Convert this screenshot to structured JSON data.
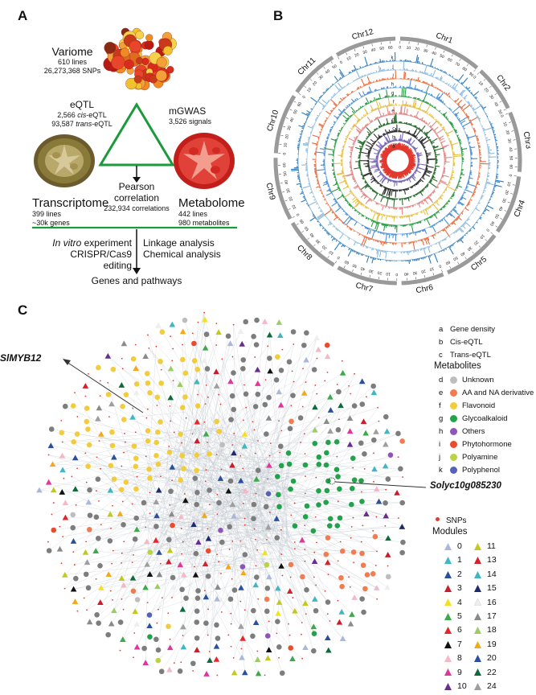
{
  "panelA": {
    "letter": "A",
    "variome": {
      "title": "Variome",
      "line1": "610 lines",
      "line2": "26,273,368 SNPs"
    },
    "eqtl": {
      "title": "eQTL",
      "cis_count": "2,566",
      "cis_word": "cis",
      "cis_suffix": "-eQTL",
      "trans_count": "93,587",
      "trans_word": "trans",
      "trans_suffix": "-eQTL"
    },
    "mgwas": {
      "title": "mGWAS",
      "line1": "3,526 signals"
    },
    "pearson": {
      "title": "Pearson correlation",
      "line1": "232,934 correlations"
    },
    "transcriptome": {
      "title": "Transcriptome",
      "line1": "399 lines",
      "line2": "~30k genes"
    },
    "metabolome": {
      "title": "Metabolome",
      "line1": "442 lines",
      "line2": "980 metabolites"
    },
    "left_methods": {
      "italic": "In vitro",
      "rest": " experiment",
      "line2": "CRISPR/Cas9 editing"
    },
    "right_methods": {
      "line1": "Linkage analysis",
      "line2": "Chemical analysis"
    },
    "result": "Genes and pathways",
    "colors": {
      "triangle": "#1a9a3a",
      "divider": "#1a9a3a"
    }
  },
  "panelB": {
    "letter": "B",
    "chromosomes": [
      "Chr1",
      "Chr2",
      "Chr3",
      "Chr4",
      "Chr5",
      "Chr6",
      "Chr7",
      "Chr8",
      "Chr9",
      "Chr10",
      "Chr11",
      "Chr12"
    ],
    "ticks": {
      "Chr1": [
        "0",
        "10",
        "20",
        "30",
        "40",
        "50",
        "60",
        "70",
        "80",
        "90"
      ],
      "Chr2": [
        "0",
        "10",
        "20",
        "30",
        "40",
        "50"
      ],
      "Chr3": [
        "0",
        "10",
        "20",
        "30",
        "40",
        "50",
        "60"
      ],
      "Chr4": [
        "0",
        "10",
        "20",
        "30",
        "40",
        "50",
        "60"
      ],
      "Chr5": [
        "0",
        "10",
        "20",
        "30",
        "40",
        "50",
        "60"
      ],
      "Chr6": [
        "0",
        "10",
        "20",
        "30",
        "40"
      ],
      "Chr7": [
        "0",
        "10",
        "20",
        "30",
        "40",
        "50",
        "60"
      ],
      "Chr8": [
        "0",
        "10",
        "20",
        "30",
        "40",
        "50",
        "60"
      ],
      "Chr9": [
        "0",
        "10",
        "20",
        "30",
        "40",
        "50",
        "60"
      ],
      "Chr10": [
        "0",
        "10",
        "20",
        "30",
        "40",
        "50",
        "60"
      ],
      "Chr11": [
        "0",
        "10",
        "20",
        "30",
        "40",
        "50"
      ],
      "Chr12": [
        "0",
        "10",
        "20",
        "30",
        "40",
        "50",
        "60"
      ]
    },
    "track_letters": [
      "k",
      "j",
      "i",
      "h",
      "g",
      "f",
      "e",
      "d",
      "c",
      "b",
      "a"
    ],
    "track_colors": [
      "#2b7bba",
      "#8bb9dd",
      "#e8693a",
      "#4b8fd6",
      "#2e9b48",
      "#e6c24a",
      "#e48a8a",
      "#2c6e2f",
      "#333333",
      "#7a6ab8",
      "#e23a30"
    ]
  },
  "panelC": {
    "letter": "C",
    "callout_left": "SlMYB12",
    "callout_right": "Solyc10g085230",
    "tracks_legend": [
      {
        "letter": "a",
        "label": "Gene density"
      },
      {
        "letter": "b",
        "label": "Cis-eQTL"
      },
      {
        "letter": "c",
        "label": "Trans-eQTL"
      }
    ],
    "metabolites_title": "Metabolites",
    "metabolites": [
      {
        "letter": "d",
        "label": "Unknown",
        "color": "#bdbdbd"
      },
      {
        "letter": "e",
        "label": "AA and NA derivative",
        "color": "#f07c52"
      },
      {
        "letter": "f",
        "label": "Flavonoid",
        "color": "#f2cc3c"
      },
      {
        "letter": "g",
        "label": "Glycoalkaloid",
        "color": "#22a24a"
      },
      {
        "letter": "h",
        "label": "Others",
        "color": "#8e54b8"
      },
      {
        "letter": "i",
        "label": "Phytohormone",
        "color": "#ec4a2c"
      },
      {
        "letter": "j",
        "label": "Polyamine",
        "color": "#b9d343"
      },
      {
        "letter": "k",
        "label": "Polyphenol",
        "color": "#5562b8"
      }
    ],
    "snps_label": "SNPs",
    "snps_color": "#e23a30",
    "modules_title": "Modules",
    "modules": [
      {
        "id": "0",
        "color": "#a9b8da"
      },
      {
        "id": "1",
        "color": "#3fb6c2"
      },
      {
        "id": "2",
        "color": "#2c4f9b"
      },
      {
        "id": "3",
        "color": "#c81e2c"
      },
      {
        "id": "4",
        "color": "#f4e01c"
      },
      {
        "id": "5",
        "color": "#3da94a"
      },
      {
        "id": "6",
        "color": "#e8242a"
      },
      {
        "id": "7",
        "color": "#111111"
      },
      {
        "id": "8",
        "color": "#f4b8c6"
      },
      {
        "id": "9",
        "color": "#e0359a"
      },
      {
        "id": "10",
        "color": "#6a2c91"
      },
      {
        "id": "11",
        "color": "#c4c81c"
      },
      {
        "id": "13",
        "color": "#d6202a"
      },
      {
        "id": "14",
        "color": "#3fb6c2"
      },
      {
        "id": "15",
        "color": "#1e2a6e"
      },
      {
        "id": "16",
        "color": "#eeeeee"
      },
      {
        "id": "17",
        "color": "#8a8a8a"
      },
      {
        "id": "18",
        "color": "#9ccc65"
      },
      {
        "id": "19",
        "color": "#f4a81c"
      },
      {
        "id": "20",
        "color": "#2a4fa0"
      },
      {
        "id": "22",
        "color": "#0e6a38"
      },
      {
        "id": "24",
        "color": "#9e9e9e"
      }
    ]
  }
}
